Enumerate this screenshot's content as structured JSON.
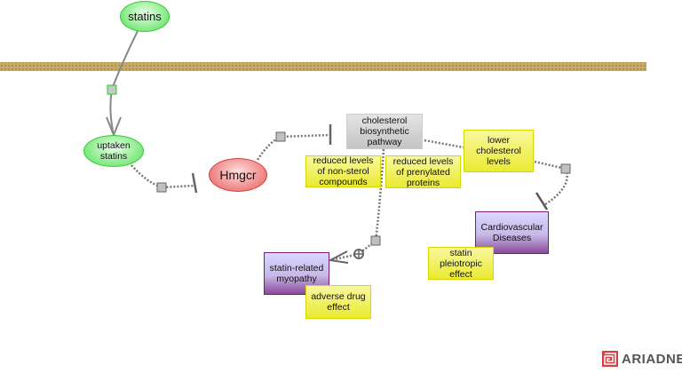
{
  "nodes": {
    "statins": "statins",
    "uptaken_statins": "uptaken statins",
    "hmgcr": "Hmgcr",
    "cholesterol_pathway": "cholesterol biosynthetic pathway",
    "reduced_non_sterol": "reduced levels of non-sterol compounds",
    "reduced_prenylated": "reduced levels of prenylated proteins",
    "lower_cholesterol": "lower cholesterol levels",
    "cardiovascular": "Cardiovascular Diseases",
    "pleiotropic": "statin pleiotropic effect",
    "myopathy": "statin-related myopathy",
    "adverse": "adverse drug effect"
  },
  "logo": {
    "text": "ARIADNE",
    "icon": "ariadne-knot-icon"
  },
  "colors": {
    "membrane": "#b8a060",
    "edge": "#777777",
    "small_molecule": "#7ee87e",
    "protein": "#ee8080",
    "disease": "#8a4a9a",
    "attribute": "#eaea30"
  }
}
